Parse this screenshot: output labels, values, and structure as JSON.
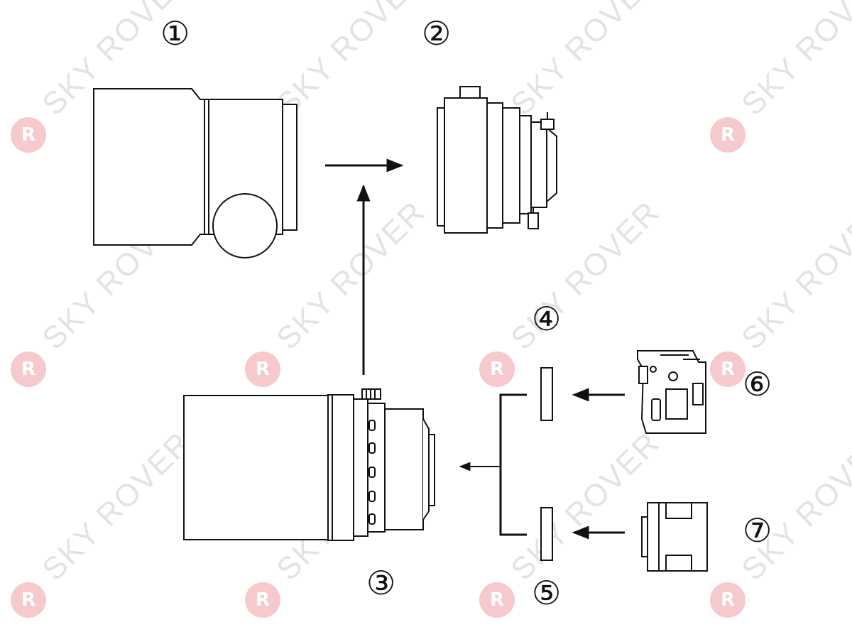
{
  "labels": {
    "l1": "①",
    "l2": "②",
    "l3": "③",
    "l4": "④",
    "l5": "⑤",
    "l6": "⑥",
    "l7": "⑦"
  },
  "watermark": {
    "text": "SKY ROVER",
    "logo_glyph": "R",
    "color": "#e3e3e3",
    "logo_color": "#f6c9cc"
  },
  "colors": {
    "line": "#111111"
  }
}
